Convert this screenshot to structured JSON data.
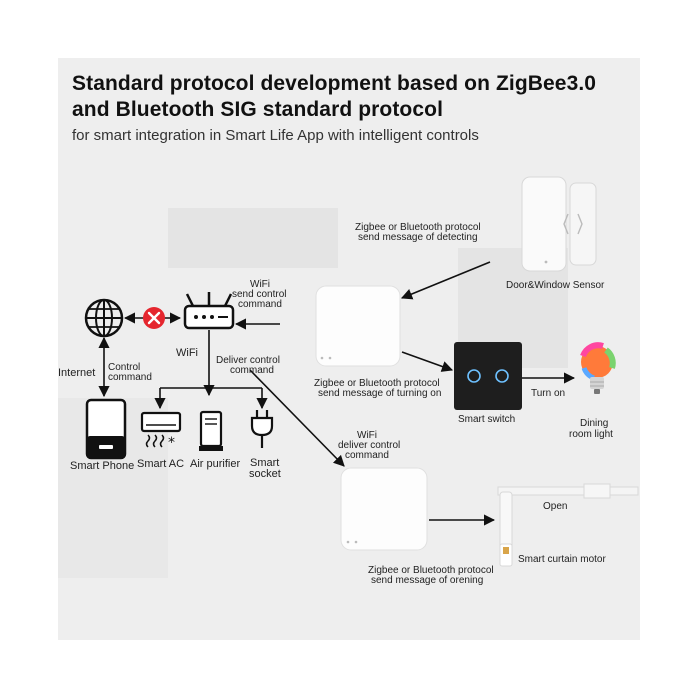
{
  "header": {
    "title_line1": "Standard protocol development based on ZigBee3.0",
    "title_line2": "and Bluetooth SIG standard protocol",
    "subtitle": "for smart integration in Smart Life App with intelligent controls"
  },
  "nodes": {
    "internet": "Internet",
    "wifi": "WiFi",
    "smart_phone": "Smart Phone",
    "smart_ac": "Smart AC",
    "air_purifier": "Air purifier",
    "smart_socket_1": "Smart",
    "smart_socket_2": "socket",
    "door_sensor": "Door&Window Sensor",
    "smart_switch": "Smart switch",
    "dining_light_1": "Dining",
    "dining_light_2": "room light",
    "curtain_motor": "Smart curtain motor",
    "open": "Open"
  },
  "edges": {
    "control_command_1": "Control",
    "control_command_2": "command",
    "wifi_send_1": "WiFi",
    "wifi_send_2": "send control",
    "wifi_send_3": "command",
    "deliver_1": "Deliver control",
    "deliver_2": "command",
    "detect_1": "Zigbee or Bluetooth protocol",
    "detect_2": "send message of detecting",
    "turning_on_1": "Zigbee or Bluetooth protocol",
    "turning_on_2": "send message of turning on",
    "turn_on": "Turn on",
    "wifi_deliver_1": "WiFi",
    "wifi_deliver_2": "deliver control",
    "wifi_deliver_3": "command",
    "opening_1": "Zigbee or Bluetooth protocol",
    "opening_2": "send message of orening"
  },
  "colors": {
    "blocked": "#e5262e",
    "bulb_light": "#ff7a3a",
    "switch_panel": "#1e1e1e",
    "switch_ring": "#6ec1ff"
  }
}
